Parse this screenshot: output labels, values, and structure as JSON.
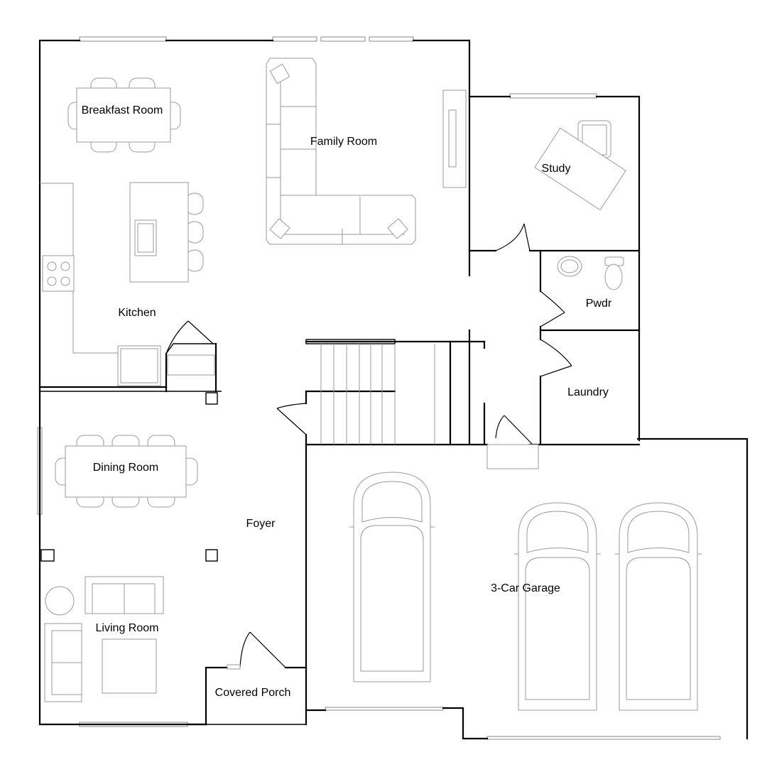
{
  "rooms": {
    "breakfast": "Breakfast Room",
    "family": "Family Room",
    "study": "Study",
    "kitchen": "Kitchen",
    "pwdr": "Pwdr",
    "laundry": "Laundry",
    "dining": "Dining Room",
    "foyer": "Foyer",
    "garage": "3-Car Garage",
    "living": "Living Room",
    "porch": "Covered Porch"
  }
}
